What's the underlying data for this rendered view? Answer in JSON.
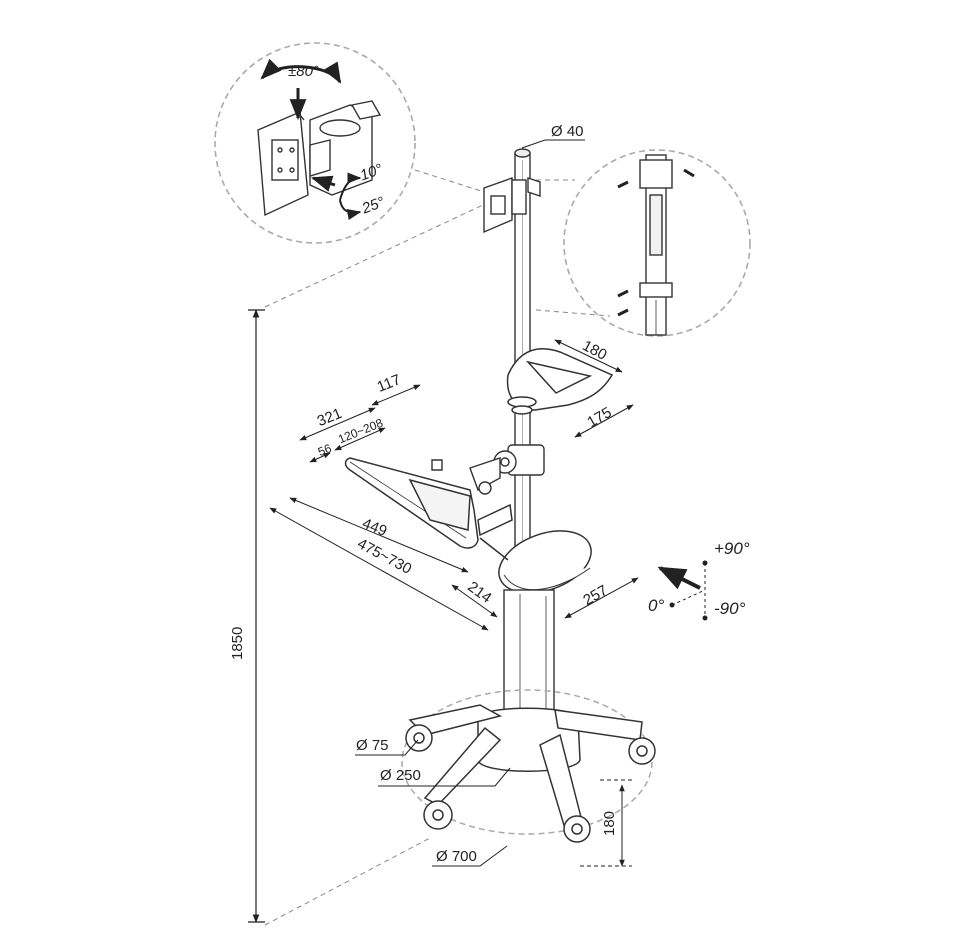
{
  "dimensions": {
    "pole_diameter": "Ø 40",
    "total_height": "1850",
    "handle_width": "180",
    "handle_depth": "175",
    "mount_offset": "117",
    "arm_length": "321",
    "arm_small": "56",
    "arm_range": "120~208",
    "keyboard_width": "449",
    "keyboard_range": "475~730",
    "mouse_depth": "214",
    "mouse_width": "257",
    "wheel_diameter": "Ø 75",
    "column_diameter": "Ø 250",
    "base_diameter": "Ø 700",
    "base_height": "180"
  },
  "angles": {
    "swivel": "±80°",
    "tilt_up": "10°",
    "tilt_down": "25°",
    "rotate_plus": "+90°",
    "rotate_zero": "0°",
    "rotate_minus": "-90°"
  }
}
